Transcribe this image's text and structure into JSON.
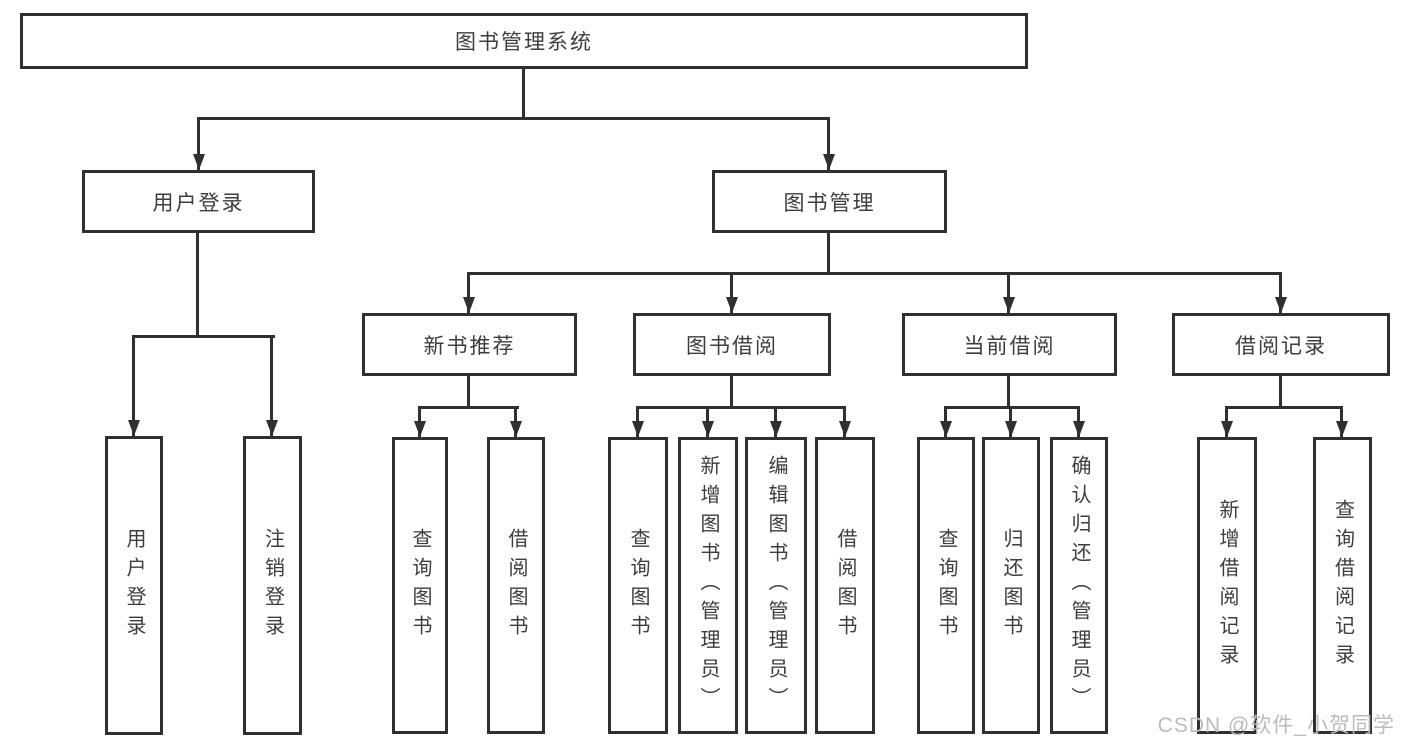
{
  "tree": {
    "root": {
      "label": "图书管理系统"
    },
    "branches": [
      {
        "label": "用户登录",
        "children": [
          {
            "label": "用户登录"
          },
          {
            "label": "注销登录"
          }
        ]
      },
      {
        "label": "图书管理",
        "children": [
          {
            "label": "新书推荐",
            "children": [
              {
                "label": "查询图书"
              },
              {
                "label": "借阅图书"
              }
            ]
          },
          {
            "label": "图书借阅",
            "children": [
              {
                "label": "查询图书"
              },
              {
                "label": "新增图书（管理员）"
              },
              {
                "label": "编辑图书（管理员）"
              },
              {
                "label": "借阅图书"
              }
            ]
          },
          {
            "label": "当前借阅",
            "children": [
              {
                "label": "查询图书"
              },
              {
                "label": "归还图书"
              },
              {
                "label": "确认归还（管理员）"
              }
            ]
          },
          {
            "label": "借阅记录",
            "children": [
              {
                "label": "新增借阅记录"
              },
              {
                "label": "查询借阅记录"
              }
            ]
          }
        ]
      }
    ]
  },
  "watermark": {
    "text": "CSDN @软件_小贺同学"
  },
  "colors": {
    "line": "#303030",
    "text": "#3d3d3d",
    "watermark": "#bcbcbc",
    "background": "#ffffff"
  }
}
